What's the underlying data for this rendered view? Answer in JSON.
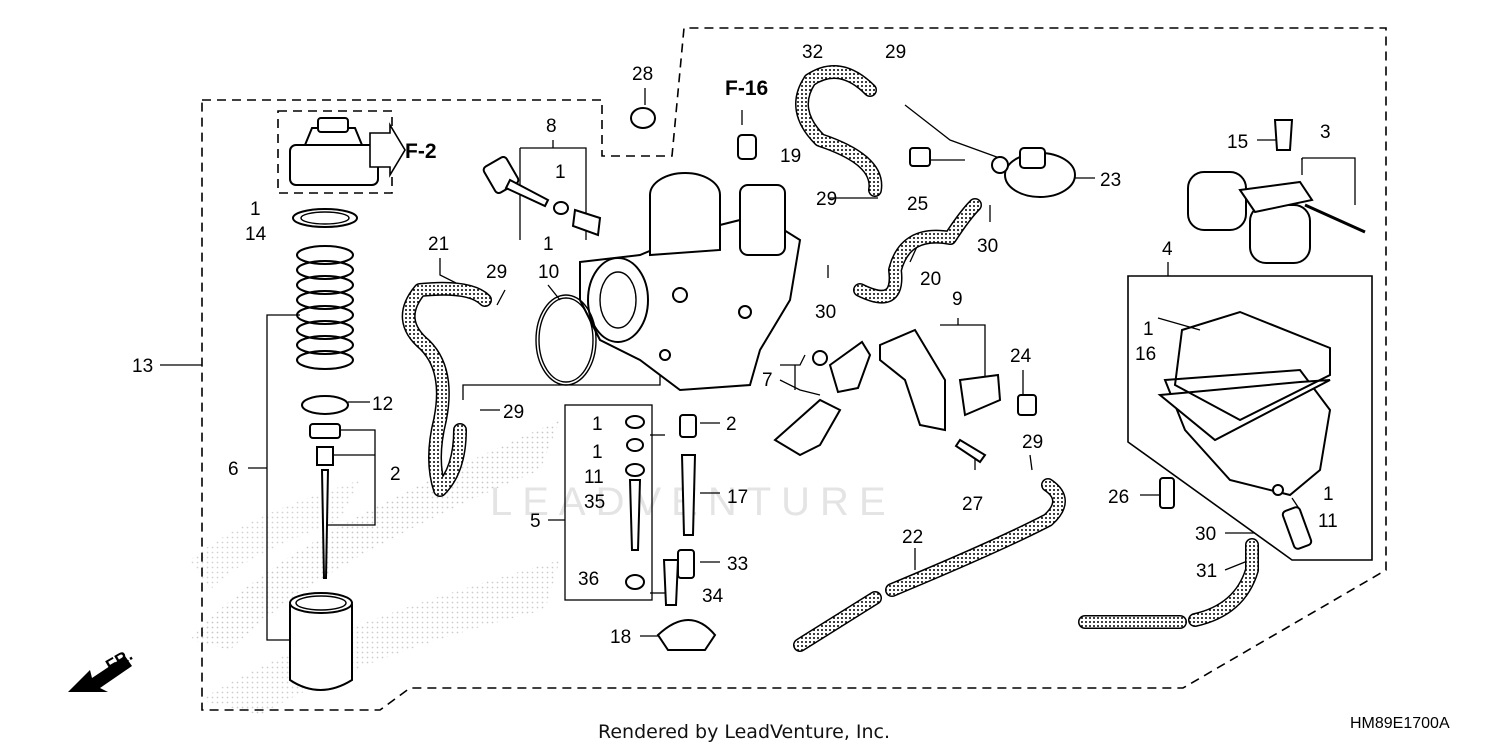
{
  "diagram": {
    "callouts": [
      {
        "id": "c28",
        "text": "28"
      },
      {
        "id": "c32",
        "text": "32"
      },
      {
        "id": "c29a",
        "text": "29"
      },
      {
        "id": "cF16",
        "text": "F-16"
      },
      {
        "id": "c8",
        "text": "8"
      },
      {
        "id": "c1a",
        "text": "1"
      },
      {
        "id": "c19",
        "text": "19"
      },
      {
        "id": "c29b",
        "text": "29"
      },
      {
        "id": "c25",
        "text": "25"
      },
      {
        "id": "c23",
        "text": "23"
      },
      {
        "id": "c15",
        "text": "15"
      },
      {
        "id": "c3",
        "text": "3"
      },
      {
        "id": "cF2",
        "text": "F-2"
      },
      {
        "id": "c1b",
        "text": "1"
      },
      {
        "id": "c14",
        "text": "14"
      },
      {
        "id": "c21",
        "text": "21"
      },
      {
        "id": "c1c",
        "text": "1"
      },
      {
        "id": "c10",
        "text": "10"
      },
      {
        "id": "c29c",
        "text": "29"
      },
      {
        "id": "c30a",
        "text": "30"
      },
      {
        "id": "c20",
        "text": "20"
      },
      {
        "id": "c30b",
        "text": "30"
      },
      {
        "id": "c9",
        "text": "9"
      },
      {
        "id": "c4",
        "text": "4"
      },
      {
        "id": "c13",
        "text": "13"
      },
      {
        "id": "c1d",
        "text": "1"
      },
      {
        "id": "c16",
        "text": "16"
      },
      {
        "id": "c24",
        "text": "24"
      },
      {
        "id": "c7",
        "text": "7"
      },
      {
        "id": "c12",
        "text": "12"
      },
      {
        "id": "c29d",
        "text": "29"
      },
      {
        "id": "c1e",
        "text": "1"
      },
      {
        "id": "c2a",
        "text": "2"
      },
      {
        "id": "c1f",
        "text": "1"
      },
      {
        "id": "c29e",
        "text": "29"
      },
      {
        "id": "c6",
        "text": "6"
      },
      {
        "id": "c2b",
        "text": "2"
      },
      {
        "id": "c11a",
        "text": "11"
      },
      {
        "id": "c35",
        "text": "35"
      },
      {
        "id": "c17",
        "text": "17"
      },
      {
        "id": "c27",
        "text": "27"
      },
      {
        "id": "c26",
        "text": "26"
      },
      {
        "id": "c1g",
        "text": "1"
      },
      {
        "id": "c11b",
        "text": "11"
      },
      {
        "id": "c5",
        "text": "5"
      },
      {
        "id": "c22",
        "text": "22"
      },
      {
        "id": "c30c",
        "text": "30"
      },
      {
        "id": "c33",
        "text": "33"
      },
      {
        "id": "c36",
        "text": "36"
      },
      {
        "id": "c31",
        "text": "31"
      },
      {
        "id": "c34",
        "text": "34"
      },
      {
        "id": "c18",
        "text": "18"
      }
    ],
    "watermark": "LEADVENTURE",
    "direction_label": "FR."
  },
  "footer": {
    "rendered_by": "Rendered by LeadVenture, Inc.",
    "diagram_code": "HM89E1700A"
  }
}
